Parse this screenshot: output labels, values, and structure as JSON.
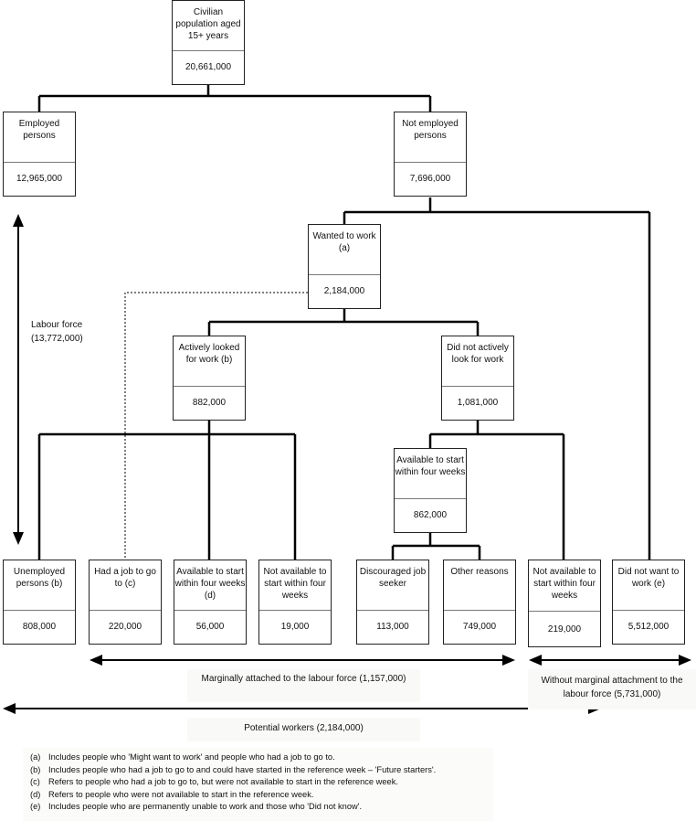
{
  "boxes": {
    "civilian": {
      "label": "Civilian population aged 15+ years",
      "value": "20,661,000"
    },
    "employed": {
      "label": "Employed persons",
      "value": "12,965,000"
    },
    "not_employed": {
      "label": "Not employed persons",
      "value": "7,696,000"
    },
    "wanted": {
      "label": "Wanted to work (a)",
      "value": "2,184,000"
    },
    "actively": {
      "label": "Actively looked for work (b)",
      "value": "882,000"
    },
    "not_actively": {
      "label": "Did not actively look for work",
      "value": "1,081,000"
    },
    "avail_mid": {
      "label": "Available to start within four weeks",
      "value": "862,000"
    },
    "unemployed": {
      "label": "Unemployed persons (b)",
      "value": "808,000"
    },
    "had_job": {
      "label": "Had a job to go to (c)",
      "value": "220,000"
    },
    "avail_d": {
      "label": "Available to start within four weeks (d)",
      "value": "56,000"
    },
    "not_avail_a": {
      "label": "Not available to start within four weeks",
      "value": "19,000"
    },
    "discouraged": {
      "label": "Discouraged job seeker",
      "value": "113,000"
    },
    "other": {
      "label": "Other reasons",
      "value": "749,000"
    },
    "not_avail_b": {
      "label": "Not available to start within four weeks",
      "value": "219,000"
    },
    "did_not_want": {
      "label": "Did not want to work (e)",
      "value": "5,512,000"
    }
  },
  "annotations": {
    "labour_force": "Labour force (13,772,000)",
    "marginal": "Marginally attached to the labour force (1,157,000)",
    "without_marginal": "Without marginal attachment to the labour force (5,731,000)",
    "potential": "Potential workers (2,184,000)"
  },
  "footnotes": [
    {
      "key": "(a)",
      "text": "Includes people who 'Might want to work' and people who had a job to go to."
    },
    {
      "key": "(b)",
      "text": "Includes people who had a job to go to and could have started in the reference week – 'Future starters'."
    },
    {
      "key": "(c)",
      "text": "Refers to people who had a job to go to, but were not available to start in the reference week."
    },
    {
      "key": "(d)",
      "text": "Refers to people who were not available to start in the reference week."
    },
    {
      "key": "(e)",
      "text": "Includes people who are permanently unable to work and those who 'Did not know'."
    }
  ]
}
